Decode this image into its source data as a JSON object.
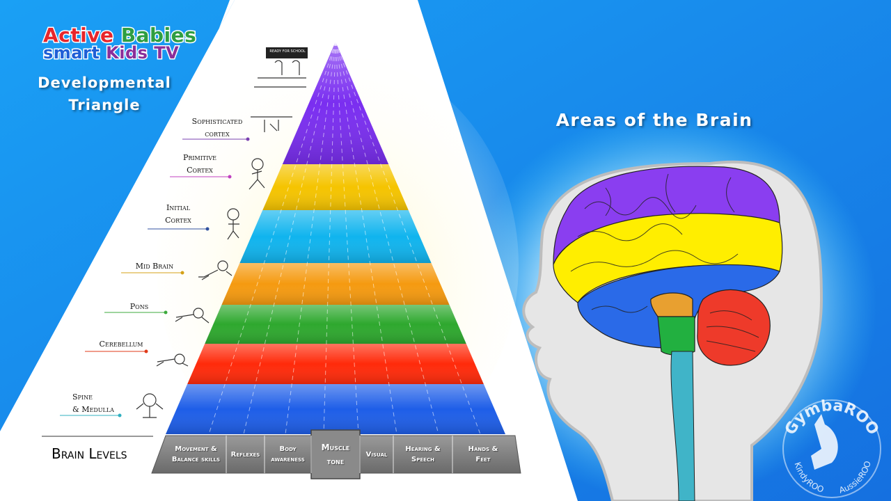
{
  "logo": {
    "line1_part1": "Active",
    "line1_part2": "Babies",
    "line2_part1": "smart",
    "line2_part2": "Kids TV",
    "colors": {
      "red": "#e8262b",
      "green": "#2e9e42",
      "blue": "#1f5fd6",
      "purple": "#8a2f9a"
    }
  },
  "title": {
    "line1": "Developmental",
    "line2": "Triangle"
  },
  "brain_title": "Areas of the Brain",
  "pyramid_image_label": "READY FOR SCHOOL",
  "levels": [
    {
      "line1": "Sophisticated",
      "line2": "cortex",
      "color": "#7a3fb0"
    },
    {
      "line1": "Primitive",
      "line2": "Cortex",
      "color": "#c040c0"
    },
    {
      "line1": "Initial",
      "line2": "Cortex",
      "color": "#3050a0"
    },
    {
      "line1": "Mid Brain",
      "line2": "",
      "color": "#d4a017"
    },
    {
      "line1": "Pons",
      "line2": "",
      "color": "#3caa3c"
    },
    {
      "line1": "Cerebellum",
      "line2": "",
      "color": "#e03a1a"
    },
    {
      "line1": "Spine",
      "line2": "& Medulla",
      "color": "#30b0c0"
    }
  ],
  "brain_levels_label": "Brain Levels",
  "base_categories": [
    {
      "line1": "Movement &",
      "line2": "Balance skills",
      "highlight": false
    },
    {
      "line1": "Reflexes",
      "line2": "",
      "highlight": false
    },
    {
      "line1": "Body",
      "line2": "awareness",
      "highlight": false
    },
    {
      "line1": "Muscle",
      "line2": "tone",
      "highlight": true
    },
    {
      "line1": "Visual",
      "line2": "",
      "highlight": false
    },
    {
      "line1": "Hearing &",
      "line2": "Speech",
      "highlight": false
    },
    {
      "line1": "Hands &",
      "line2": "Feet",
      "highlight": false
    }
  ],
  "band_colors": [
    "#7a2ef0",
    "#f5c400",
    "#10b4ee",
    "#f59a10",
    "#2ea82e",
    "#ff2a0a",
    "#1e5ee8"
  ],
  "brain_colors": {
    "upper": "#8a3ef0",
    "middle": "#ffee00",
    "lower": "#2a6ae8",
    "midbrain": "#e8a030",
    "pons": "#22b040",
    "cerebellum": "#ee3a2a",
    "spine": "#40b4c8"
  },
  "gymbaroo": {
    "name": "GymbaROO",
    "left": "KindyROO",
    "right": "AussieROO"
  }
}
